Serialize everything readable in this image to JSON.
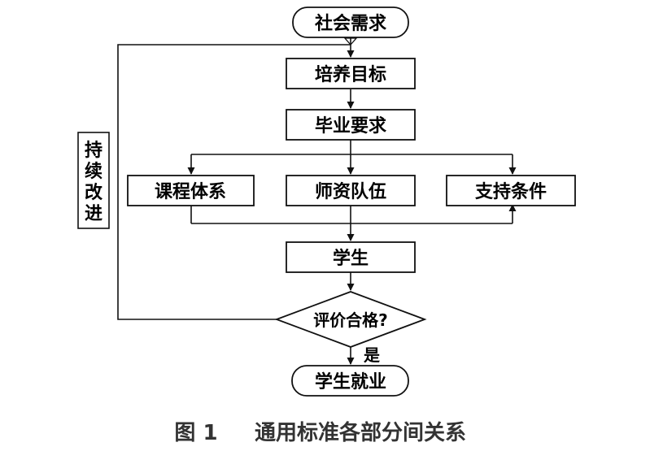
{
  "nodes": {
    "start": "社会需求",
    "goal": "培养目标",
    "grad_req": "毕业要求",
    "curriculum": "课程体系",
    "faculty": "师资队伍",
    "support": "支持条件",
    "student": "学生",
    "evaluate": "评价合格?",
    "end": "学生就业"
  },
  "labels": {
    "loop_chars": [
      "持",
      "续",
      "改",
      "进"
    ],
    "yes": "是"
  },
  "caption": {
    "figure_no": "图 1",
    "title": "通用标准各部分间关系"
  }
}
